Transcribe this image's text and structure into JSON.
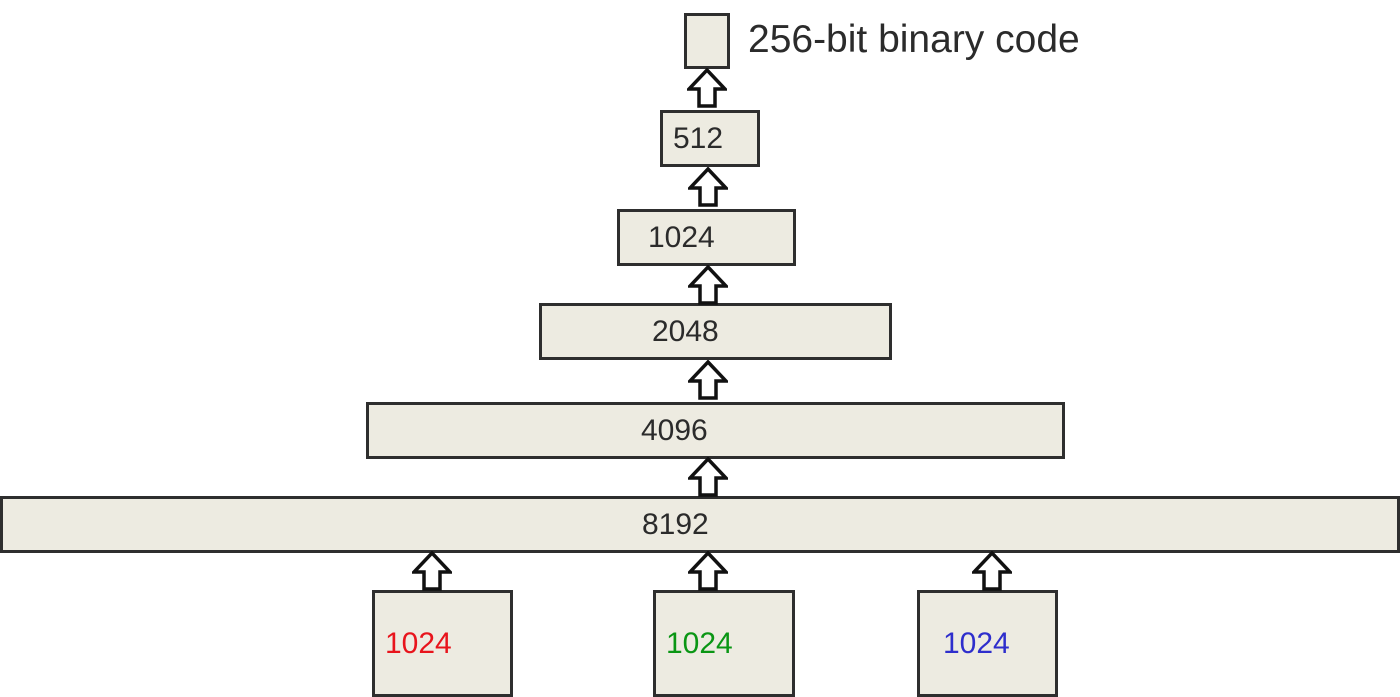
{
  "output": {
    "label": "256-bit binary code"
  },
  "layers": [
    {
      "id": "layer-512",
      "label": "512"
    },
    {
      "id": "layer-1024",
      "label": "1024"
    },
    {
      "id": "layer-2048",
      "label": "2048"
    },
    {
      "id": "layer-4096",
      "label": "4096"
    },
    {
      "id": "layer-8192",
      "label": "8192"
    }
  ],
  "inputs": [
    {
      "label": "1024",
      "color": "#e8141c"
    },
    {
      "label": "1024",
      "color": "#0a9614"
    },
    {
      "label": "1024",
      "color": "#2e2ecc"
    }
  ]
}
